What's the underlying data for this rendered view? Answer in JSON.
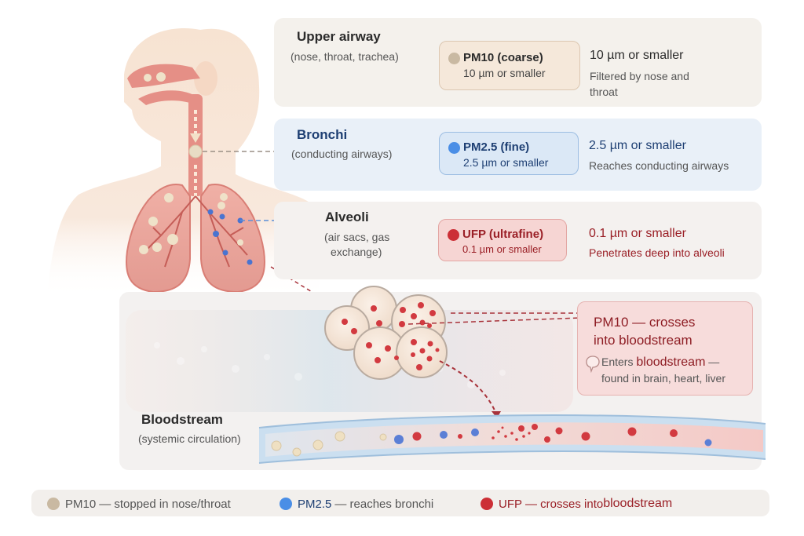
{
  "colors": {
    "pm10": "#c9b9a2",
    "pm25": "#4a8ee6",
    "ufp": "#cc2f36",
    "ufp_text": "#9a1f26",
    "pm25_text": "#1e3f73"
  },
  "regions": {
    "upper_airway": {
      "title": "Upper airway",
      "subtitle": "(nose, throat, trachea)",
      "particle": {
        "name": "PM10 (coarse)",
        "size": "10 µm or smaller",
        "icon": "beige-dot"
      },
      "desc_title": "10 µm or smaller",
      "desc_line1": "Filtered by nose and",
      "desc_line2": "throat"
    },
    "bronchi": {
      "title": "Bronchi",
      "subtitle": "(conducting airways)",
      "particle": {
        "name": "PM2.5 (fine)",
        "size": "2.5 µm or smaller",
        "icon": "blue-dot"
      },
      "desc_title": "2.5 µm or smaller",
      "desc_line1": "Reaches conducting airways"
    },
    "alveoli": {
      "title": "Alveoli",
      "subtitle_line1": "(air sacs, gas",
      "subtitle_line2": "exchange)",
      "particle": {
        "name": "UFP (ultrafine)",
        "size": "0.1 µm or smaller",
        "icon": "red-dot"
      },
      "desc_title": "0.1 µm or smaller",
      "desc_line1": "Penetrates deep into alveoli"
    },
    "bloodstream": {
      "title": "Bloodstream",
      "subtitle": "(systemic circulation)",
      "callout_title_line1": "PM10 — crosses",
      "callout_title_line2": "into bloodstream",
      "callout_note_prefix": "Enters ",
      "callout_note_strong": "bloodstream",
      "callout_note_dash": " —",
      "callout_note_line2": "found in brain, heart, liver"
    }
  },
  "legend": [
    {
      "name": "PM10",
      "text": " — stopped in nose/throat",
      "color_key": "pm10"
    },
    {
      "name": "PM2.5",
      "text": " — reaches bronchi",
      "color_key": "pm25"
    },
    {
      "name": "UFP",
      "text": " — crosses into ",
      "strong": "bloodstream",
      "color_key": "ufp"
    }
  ]
}
